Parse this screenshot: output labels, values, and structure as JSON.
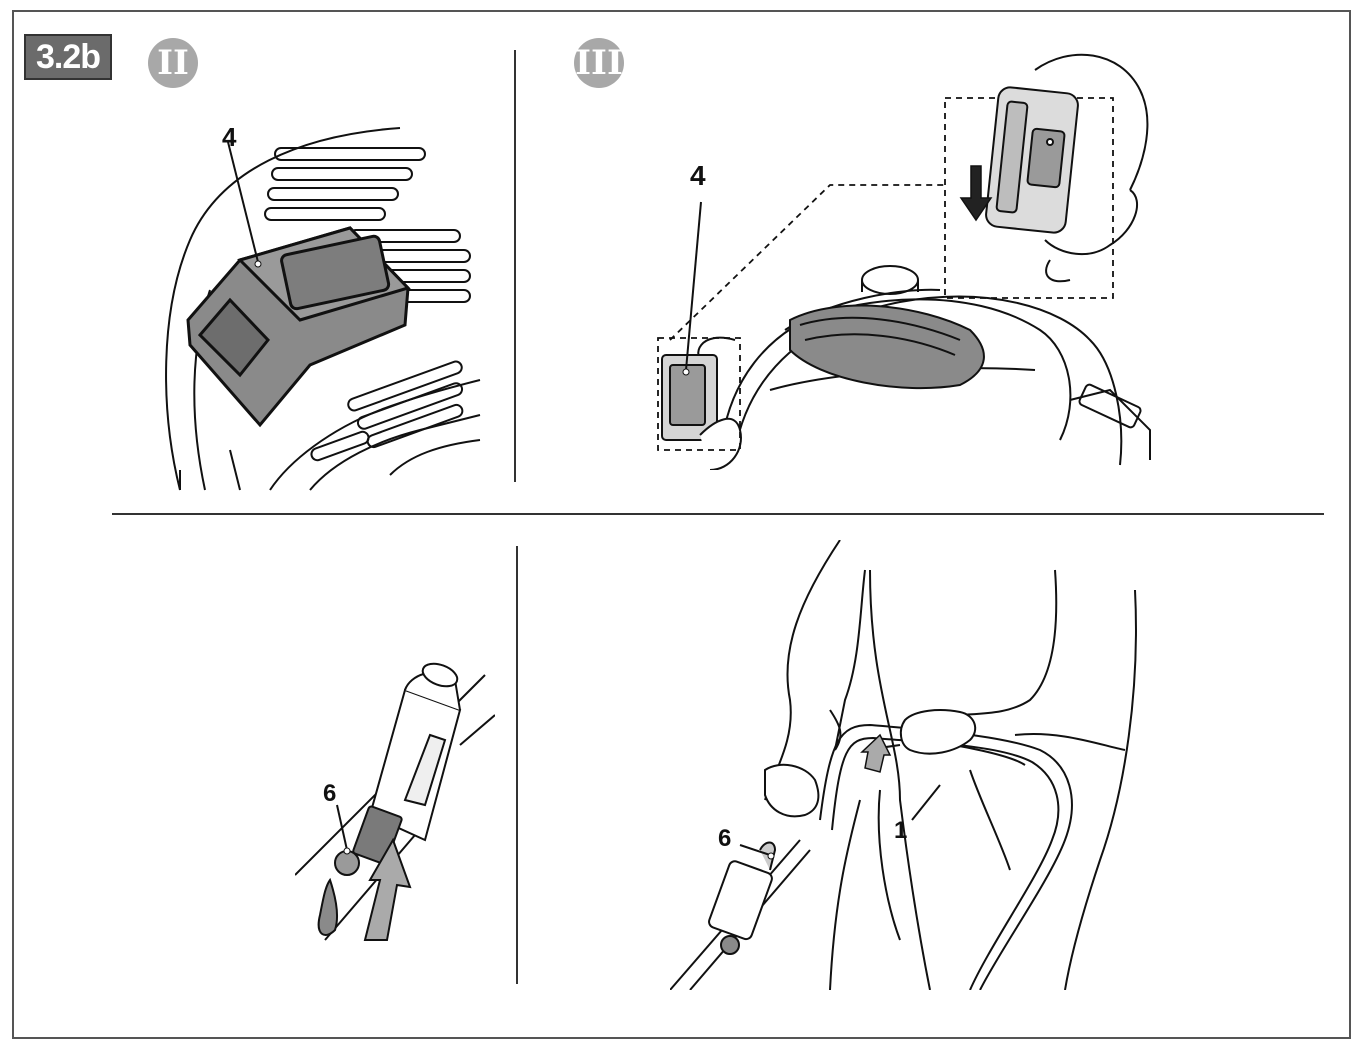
{
  "figure": {
    "badge": "3.2b",
    "steps": {
      "step2": "II",
      "step3": "III"
    },
    "callouts": {
      "p1_battery": "4",
      "p2_battery": "4",
      "p3_lever": "6",
      "p4_lever": "6",
      "p4_handle": "1"
    },
    "icons": {
      "p2_arrow": "arrow-down-icon",
      "p3_arrow": "arrow-up-icon",
      "p4_arrow": "arrow-up-icon"
    },
    "colors": {
      "badge_bg": "#6b6b6b",
      "step_circle": "#a8a8a8",
      "battery_fill": "#8a8a8a",
      "line": "#111111"
    }
  }
}
